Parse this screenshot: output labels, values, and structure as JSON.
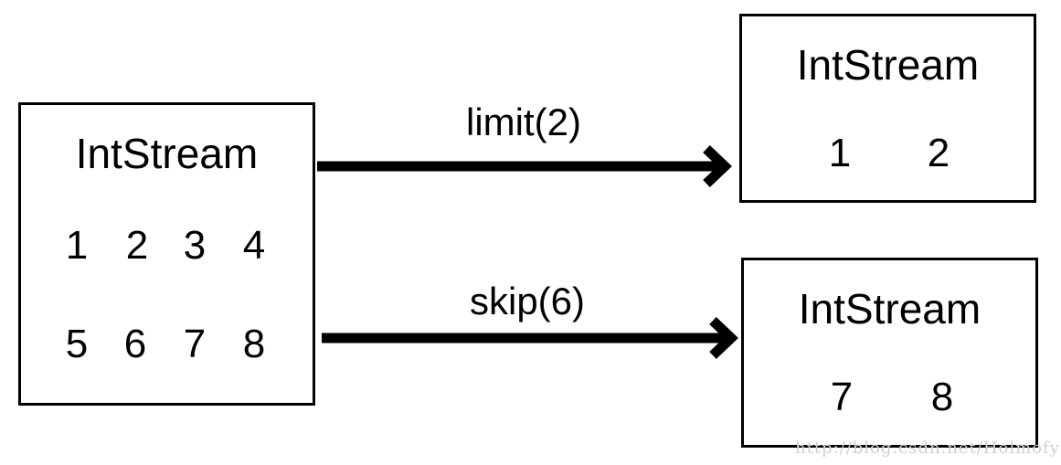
{
  "source": {
    "title": "IntStream",
    "row1": [
      "1",
      "2",
      "3",
      "4"
    ],
    "row2": [
      "5",
      "6",
      "7",
      "8"
    ]
  },
  "ops": {
    "limit_label": "limit(2)",
    "skip_label": "skip(6)"
  },
  "limit_result": {
    "title": "IntStream",
    "values": [
      "1",
      "2"
    ]
  },
  "skip_result": {
    "title": "IntStream",
    "values": [
      "7",
      "8"
    ]
  },
  "watermark": "http://blog.csdn.net/Holmofy"
}
